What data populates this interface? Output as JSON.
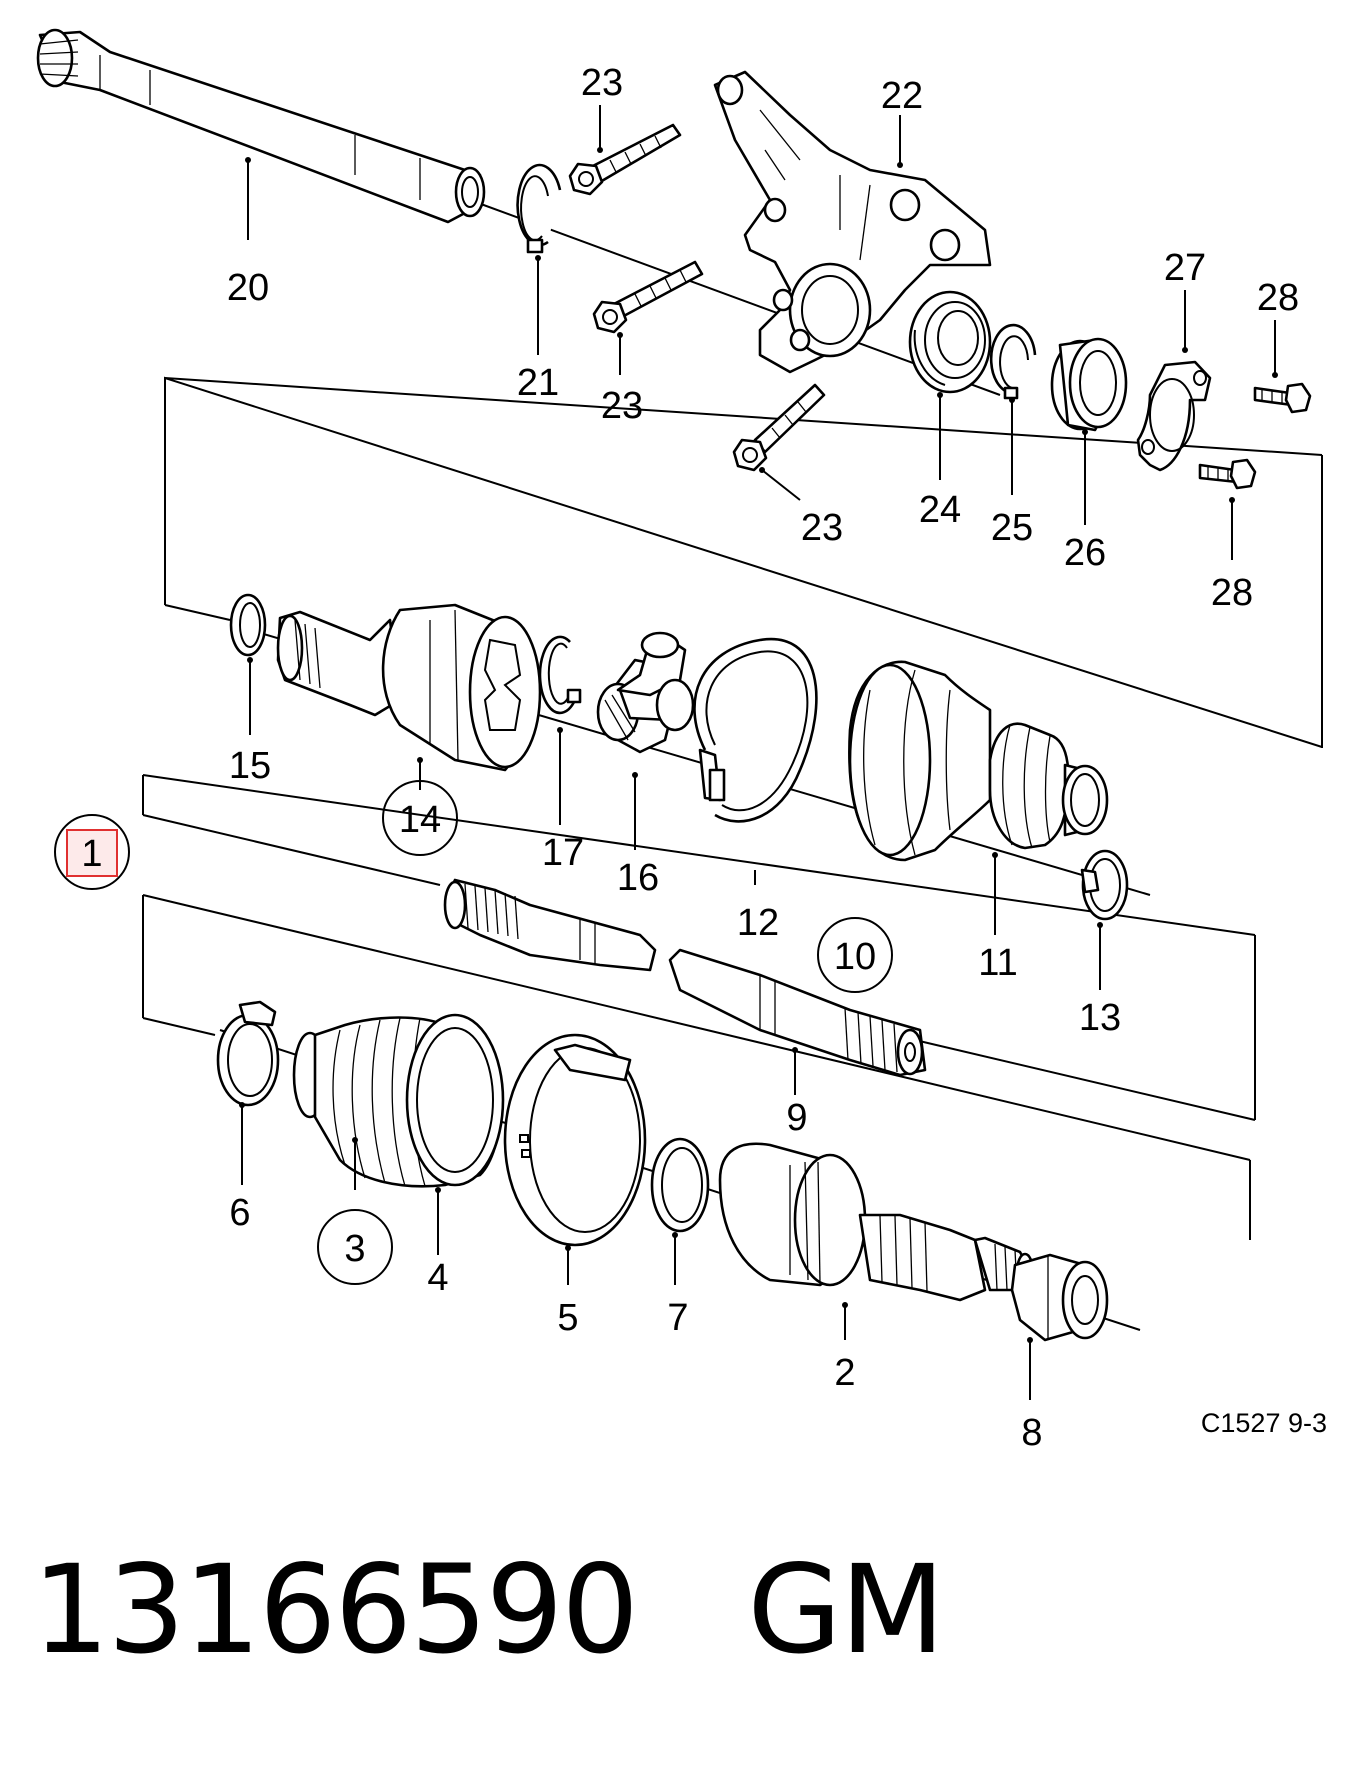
{
  "diagram": {
    "callouts": {
      "c1": "1",
      "c2": "2",
      "c3": "3",
      "c4": "4",
      "c5": "5",
      "c6": "6",
      "c7": "7",
      "c8": "8",
      "c9": "9",
      "c10": "10",
      "c11": "11",
      "c12": "12",
      "c13": "13",
      "c14": "14",
      "c15": "15",
      "c16": "16",
      "c17": "17",
      "c20": "20",
      "c21": "21",
      "c22": "22",
      "c23": "23",
      "c24": "24",
      "c25": "25",
      "c26": "26",
      "c27": "27",
      "c28": "28"
    },
    "figure_code": "C1527 9-3",
    "highlight_color": "#e03030"
  },
  "footer": {
    "part_number": "13166590",
    "brand": "GM"
  }
}
